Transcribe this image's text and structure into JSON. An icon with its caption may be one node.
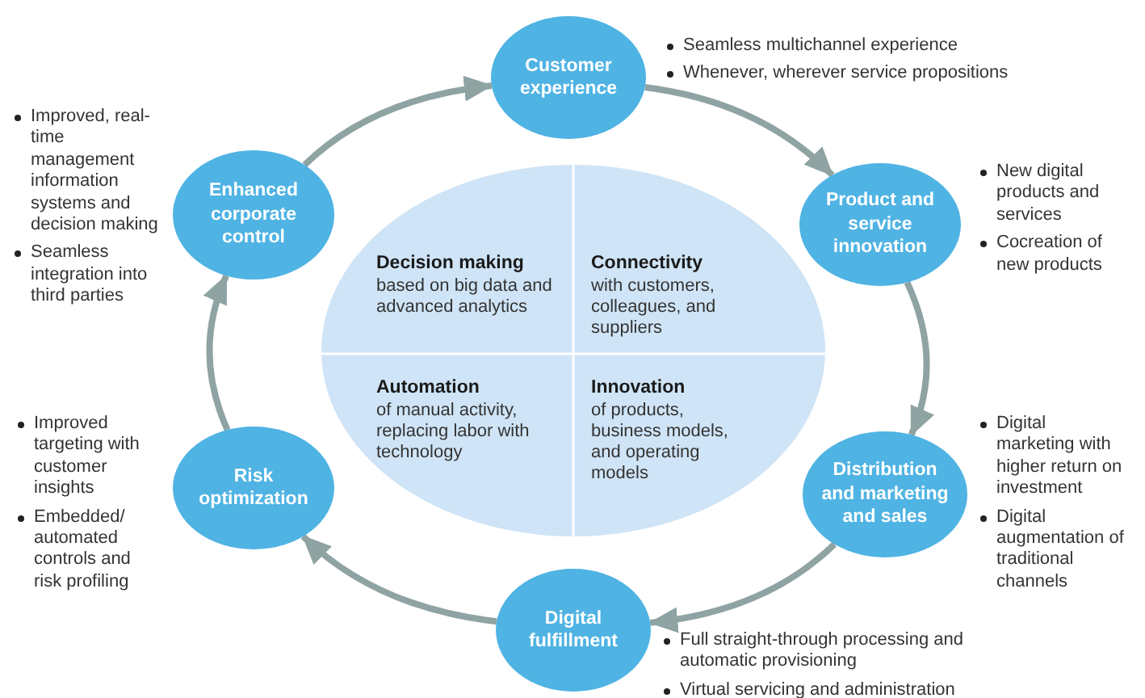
{
  "diagram": {
    "nodes": [
      {
        "text": [
          "Customer experience"
        ],
        "beside": [
          "Seamless multichannel experience",
          "Whenever, wherever service propositions"
        ]
      },
      {
        "text": [
          "Product and service innovation"
        ],
        "beside": [
          "New digital products and services",
          "Cocreation of new products"
        ]
      },
      {
        "text": [
          "Distribution and marketing and sales"
        ],
        "beside": [
          "Digital marketing with higher return on investment",
          "Digital augmentation of traditional channels"
        ]
      },
      {
        "text": [
          "Digital fulfillment"
        ],
        "beside": [
          "Full straight-through processing and automatic provisioning",
          "Virtual servicing and administration"
        ]
      },
      {
        "text": [
          "Risk optimization"
        ],
        "beside": [
          "Improved targeting with customer insights",
          "Embedded/ automated controls and risk profiling"
        ]
      },
      {
        "text": [
          "Enhanced corporate control"
        ],
        "beside": [
          "Improved, real-time management information systems and decision making",
          "Seamless integration into third parties"
        ]
      },
      {
        "text": [],
        "shape": "circle"
      },
      {
        "text": [
          "Decision making",
          "based on big data and advanced analytics"
        ],
        "in": 6
      },
      {
        "text": [
          "Connectivity",
          "with customers, colleagues, and suppliers"
        ],
        "in": 6
      },
      {
        "text": [
          "Automation",
          "of manual activity, replacing labor with technology"
        ],
        "in": 6
      },
      {
        "text": [
          "Innovation",
          "of products, business models, and operating models"
        ],
        "in": 6
      }
    ],
    "edges": [
      {
        "from": 5,
        "to": 0,
        "arrow": "to"
      },
      {
        "from": 0,
        "to": 1,
        "arrow": "to"
      },
      {
        "from": 1,
        "to": 2,
        "arrow": "to"
      },
      {
        "from": 2,
        "to": 3,
        "arrow": "to"
      },
      {
        "from": 3,
        "to": 4,
        "arrow": "to"
      },
      {
        "from": 4,
        "to": 5,
        "arrow": "to"
      }
    ]
  }
}
